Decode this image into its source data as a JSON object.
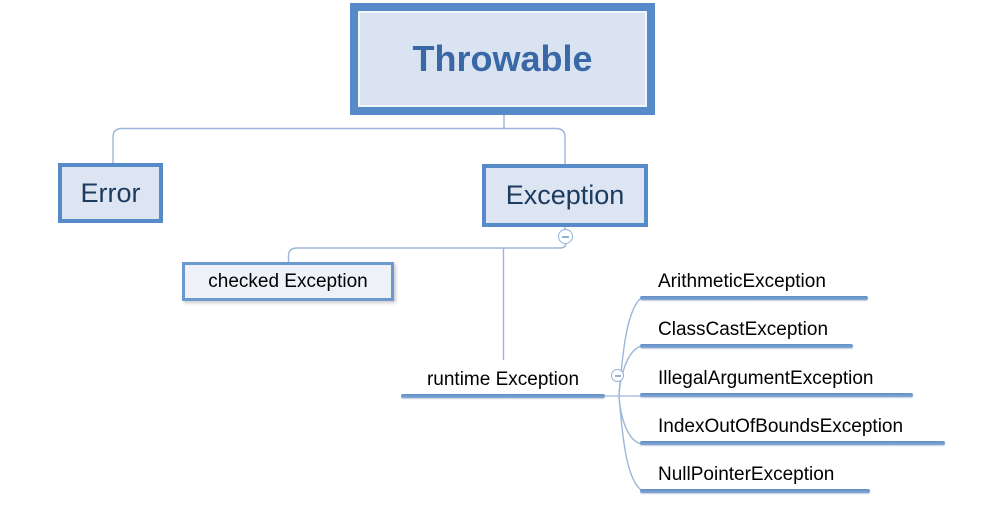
{
  "mindmap": {
    "root": {
      "label": "Throwable",
      "children": [
        {
          "label": "Error",
          "children": []
        },
        {
          "label": "Exception",
          "collapse_icon": "minus",
          "children": [
            {
              "label": "checked Exception",
              "children": []
            },
            {
              "label": "runtime Exception",
              "collapse_icon": "minus",
              "children": [
                {
                  "label": "ArithmeticException"
                },
                {
                  "label": "ClassCastException"
                },
                {
                  "label": "IllegalArgumentException"
                },
                {
                  "label": "IndexOutOfBoundsException"
                },
                {
                  "label": "NullPointerException"
                }
              ]
            }
          ]
        }
      ]
    }
  },
  "colors": {
    "box_border": "#568ac8",
    "box_fill": "#dce5f1",
    "root_text": "#3a68a6",
    "box_text": "#1c3b60",
    "plain_text": "#000000",
    "branch_line": "#9cb6d9",
    "underline": "#6f9ccd",
    "collapse_button": "#8fb2da",
    "background": "#ffffff"
  }
}
